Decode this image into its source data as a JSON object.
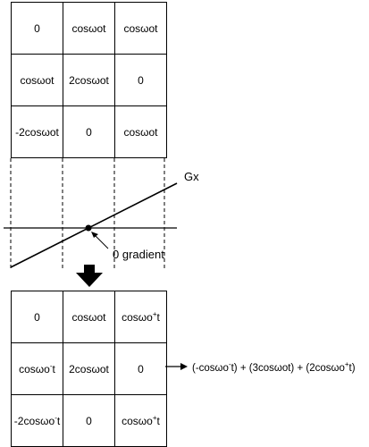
{
  "top_grid": {
    "rows": [
      [
        "0",
        "cosωot",
        "cosωot"
      ],
      [
        "cosωot",
        "2cosωot",
        "0"
      ],
      [
        "-2cosωot",
        "0",
        "cosωot"
      ]
    ]
  },
  "gradient": {
    "line_label": "Gx",
    "zero_label": "0 gradient"
  },
  "bottom_grid": {
    "cells": {
      "r0c0": "0",
      "r0c1": "cosωot",
      "r0c2_base": "cosωo",
      "r0c2_sup": "+",
      "r0c2_tail": "t",
      "r1c0_base": "cosωo",
      "r1c0_sup": "-",
      "r1c0_tail": "t",
      "r1c1": "2cosωot",
      "r1c2": "0",
      "r2c0_base": "-2cosωo",
      "r2c0_sup": "-",
      "r2c0_tail": "t",
      "r2c1": "0",
      "r2c2_base": "cosωo",
      "r2c2_sup": "+",
      "r2c2_tail": "t"
    }
  },
  "result": {
    "p1_base": "(-cosωo",
    "p1_sup": "-",
    "p1_tail": "t) + (3cosωot) + (2cosωo",
    "p2_sup": "+",
    "p2_tail": "t)"
  }
}
